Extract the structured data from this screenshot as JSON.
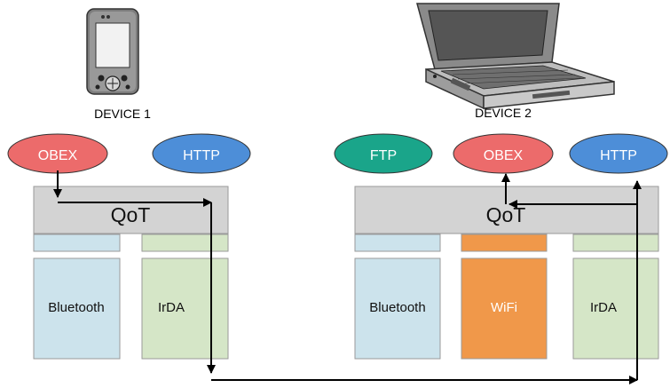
{
  "devices": [
    {
      "label": "DEVICE 1",
      "icon": "pda-icon",
      "protocols": [
        {
          "label": "OBEX",
          "color": "#ec6b6b"
        },
        {
          "label": "HTTP",
          "color": "#4d8ed8"
        }
      ],
      "qot_label": "QoT",
      "transports": [
        {
          "label": "Bluetooth",
          "color": "#cce3ec"
        },
        {
          "label": "IrDA",
          "color": "#d5e6c7"
        }
      ]
    },
    {
      "label": "DEVICE 2",
      "icon": "laptop-icon",
      "protocols": [
        {
          "label": "FTP",
          "color": "#1aa58a"
        },
        {
          "label": "OBEX",
          "color": "#ec6b6b"
        },
        {
          "label": "HTTP",
          "color": "#4d8ed8"
        }
      ],
      "qot_label": "QoT",
      "transports": [
        {
          "label": "Bluetooth",
          "color": "#cce3ec"
        },
        {
          "label": "WiFi",
          "color": "#f0984a"
        },
        {
          "label": "IrDA",
          "color": "#d5e6c7"
        }
      ]
    }
  ],
  "colors": {
    "qot_fill": "#d3d3d3",
    "arrow": "#000000"
  }
}
